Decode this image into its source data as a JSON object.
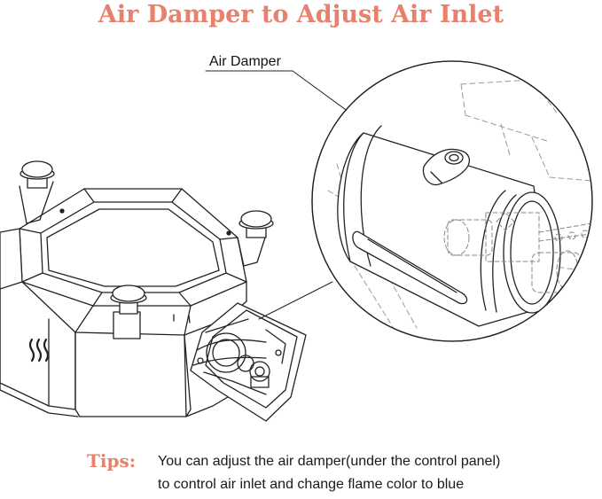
{
  "title": "Air Damper to Adjust Air Inlet",
  "callout_label": "Air Damper",
  "tips": {
    "label": "Tips:",
    "line1": "You can adjust the air damper(under the control panel)",
    "line2": "to control air inlet and change flame color to blue"
  },
  "colors": {
    "accent": "#e8806b",
    "line": "#222222"
  },
  "icons": [
    "heat-waves-icon"
  ]
}
